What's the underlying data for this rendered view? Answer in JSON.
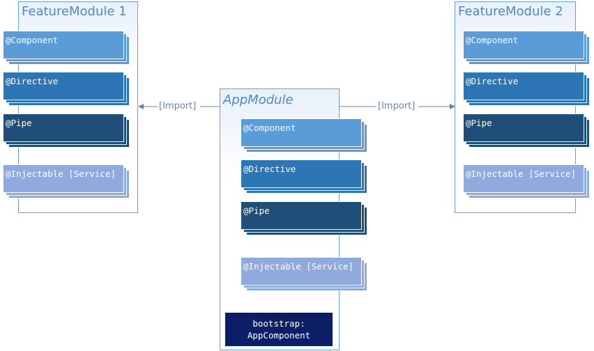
{
  "modules": {
    "feature1": {
      "title": "FeatureModule 1",
      "items": [
        "@Component",
        "@Directive",
        "@Pipe",
        "@Injectable [Service]"
      ]
    },
    "app": {
      "title": "AppModule",
      "items": [
        "@Component",
        "@Directive",
        "@Pipe",
        "@Injectable [Service]"
      ],
      "bootstrap": {
        "line1": "bootstrap:",
        "line2": "AppComponent"
      }
    },
    "feature2": {
      "title": "FeatureModule 2",
      "items": [
        "@Component",
        "@Directive",
        "@Pipe",
        "@Injectable [Service]"
      ]
    }
  },
  "arrows": {
    "left_label": "[Import]",
    "right_label": "[Import]"
  },
  "colors": {
    "border": "#6f9fd0",
    "title": "#4f88c6",
    "component": "#5b9bd8",
    "directive": "#2e75b6",
    "pipe": "#1f4e78",
    "injectable": "#8faadc",
    "bootstrap": "#0c1f66",
    "arrow": "#5a86b8"
  }
}
